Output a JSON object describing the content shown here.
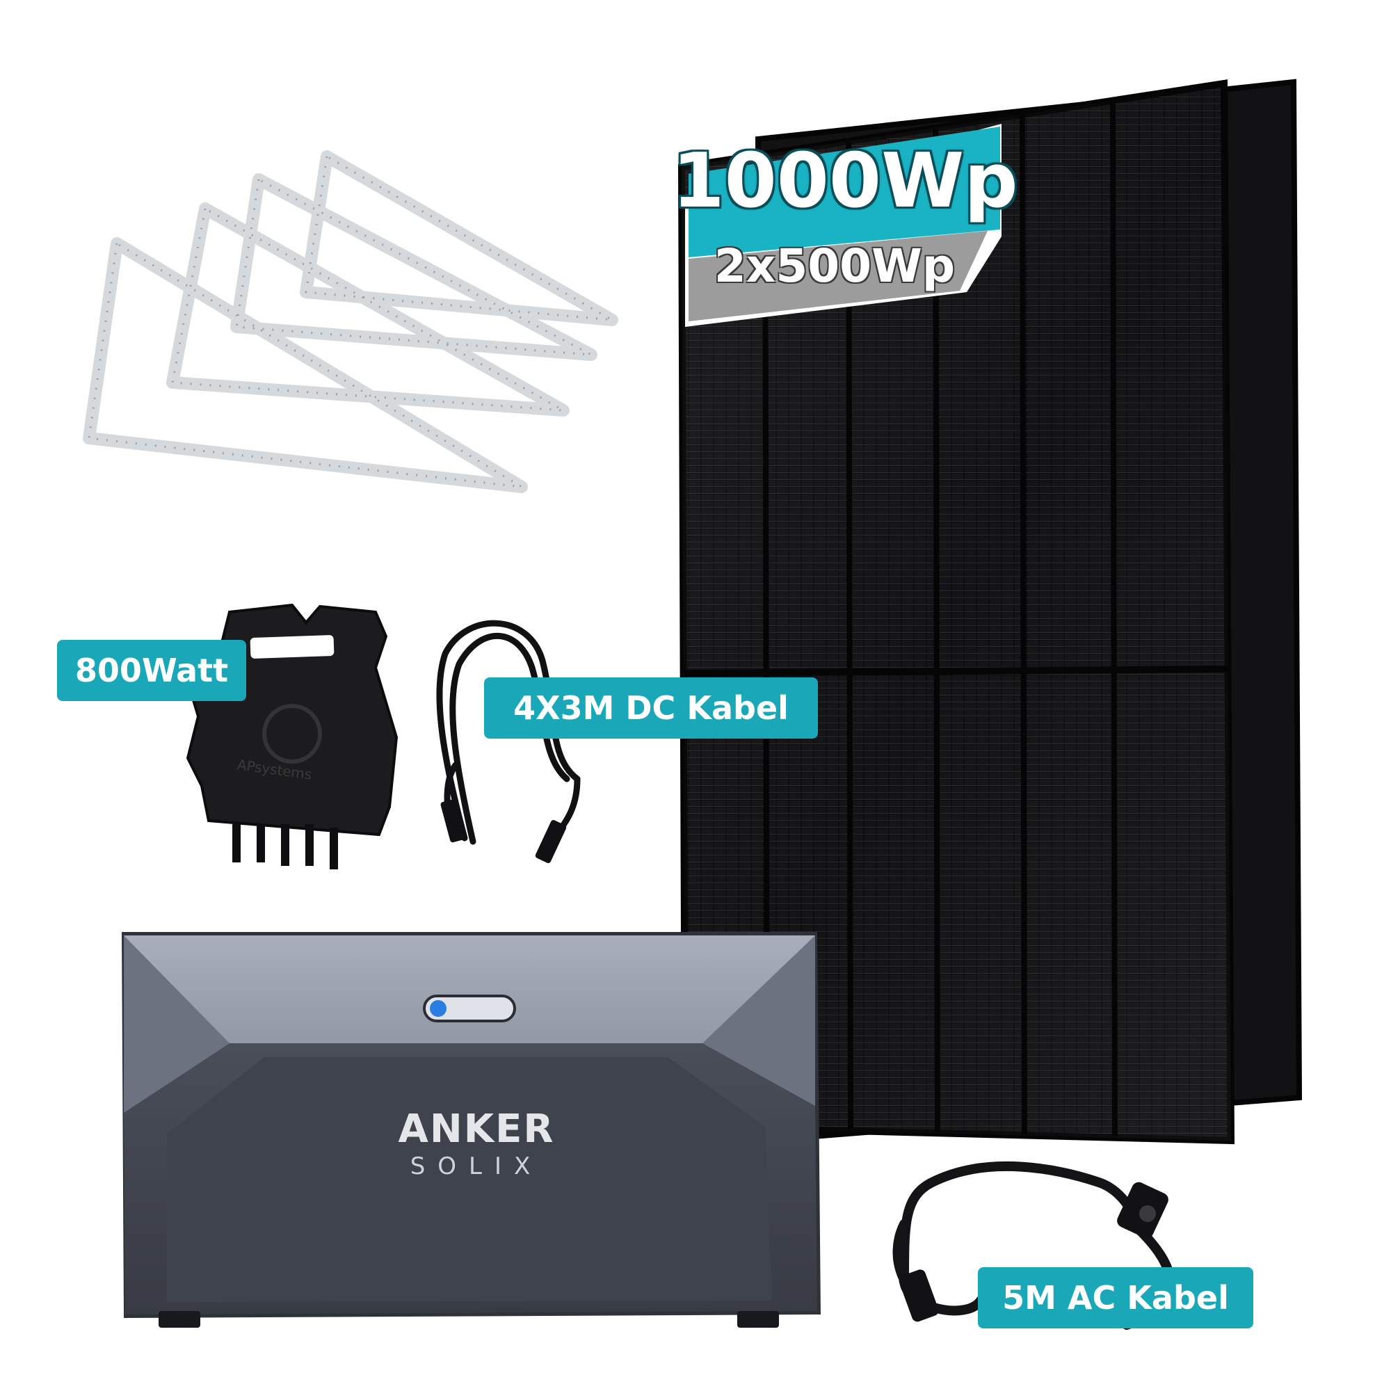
{
  "panel": {
    "power_main": "1000Wp",
    "power_sub": "2x500Wp"
  },
  "badges": {
    "inverter": "800Watt",
    "dc_cable": "4X3M DC Kabel",
    "ac_cable": "5M AC Kabel"
  },
  "battery": {
    "brand_main": "ANKER",
    "brand_sub": "SOLIX"
  },
  "inverter": {
    "brand": "APsystems"
  },
  "colors": {
    "accent": "#1aa8b8",
    "panel": "#0b0b0c",
    "battery_body": "#5a5e6a",
    "battery_top": "#9aa0ad",
    "bracket": "#d9dcdf"
  }
}
